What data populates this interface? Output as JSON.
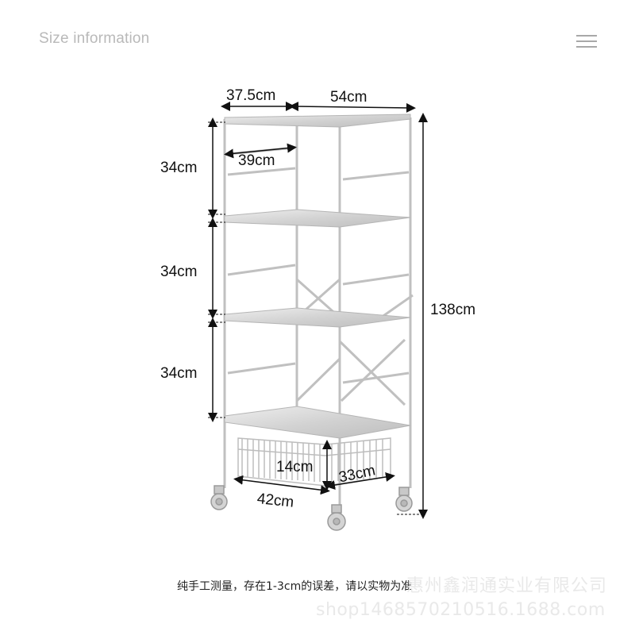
{
  "header": {
    "title": "Size information",
    "menu_icon": "hamburger-menu-icon"
  },
  "dimensions": {
    "depth": "37.5cm",
    "width": "54cm",
    "shelf_gap_1": "34cm",
    "shelf_gap_2": "34cm",
    "shelf_gap_3": "34cm",
    "inner_width": "39cm",
    "total_height": "138cm",
    "basket_height": "14cm",
    "basket_width": "42cm",
    "basket_depth": "33cm"
  },
  "footer": {
    "note": "纯手工测量，存在1-3cm的误差，请以实物为准",
    "watermark_company": "惠州鑫润通实业有限公司",
    "watermark_shop": "shop1468570210516.1688.com"
  },
  "colors": {
    "title": "#b9b9b9",
    "metal": "#c4c4c4",
    "shelf": "#d8d8d8",
    "dim_line": "#111111"
  }
}
